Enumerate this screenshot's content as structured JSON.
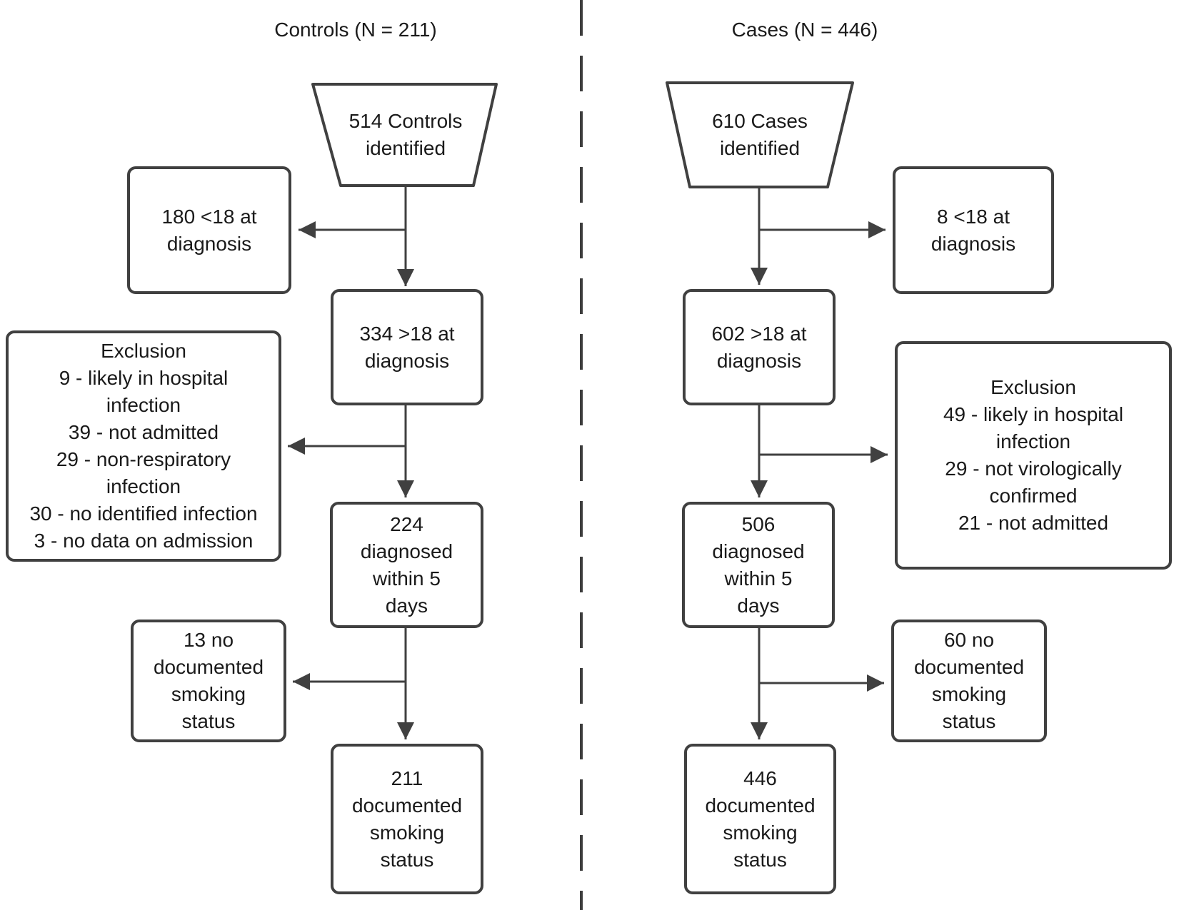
{
  "diagram": {
    "type": "flowchart",
    "left_title": "Controls (N = 211)",
    "right_title": "Cases (N = 446)"
  },
  "colors": {
    "stroke": "#404040",
    "text": "#1a1a1a",
    "background": "#ffffff"
  },
  "nodes": {
    "controls_source": {
      "shape": "trapezoid",
      "text": "514 Controls\nidentified"
    },
    "controls_under18": {
      "shape": "rect",
      "text": "180 <18 at\ndiagnosis"
    },
    "controls_over18": {
      "shape": "rect",
      "text": "334 >18 at\ndiagnosis"
    },
    "controls_exclusion": {
      "shape": "rect",
      "text": "Exclusion\n9 - likely in hospital\ninfection\n39 - not admitted\n29 - non-respiratory\ninfection\n30 - no identified infection\n3 - no data on admission"
    },
    "controls_within5": {
      "shape": "rect",
      "text": "224\ndiagnosed\nwithin 5\ndays"
    },
    "controls_no_smoking": {
      "shape": "rect",
      "text": "13 no\ndocumented\nsmoking\nstatus"
    },
    "controls_documented": {
      "shape": "rect",
      "text": "211\ndocumented\nsmoking\nstatus"
    },
    "cases_source": {
      "shape": "trapezoid",
      "text": "610 Cases\nidentified"
    },
    "cases_under18": {
      "shape": "rect",
      "text": "8 <18 at\ndiagnosis"
    },
    "cases_over18": {
      "shape": "rect",
      "text": "602 >18 at\ndiagnosis"
    },
    "cases_exclusion": {
      "shape": "rect",
      "text": "Exclusion\n49 - likely in hospital\ninfection\n29 - not virologically\nconfirmed\n21 - not admitted"
    },
    "cases_within5": {
      "shape": "rect",
      "text": "506\ndiagnosed\nwithin 5\ndays"
    },
    "cases_no_smoking": {
      "shape": "rect",
      "text": "60 no\ndocumented\nsmoking\nstatus"
    },
    "cases_documented": {
      "shape": "rect",
      "text": "446\ndocumented\nsmoking\nstatus"
    }
  },
  "edges": [
    {
      "from": "controls_source",
      "to": "controls_over18"
    },
    {
      "from": "controls_source",
      "to": "controls_under18"
    },
    {
      "from": "controls_over18",
      "to": "controls_within5"
    },
    {
      "from": "controls_over18",
      "to": "controls_exclusion"
    },
    {
      "from": "controls_within5",
      "to": "controls_documented"
    },
    {
      "from": "controls_within5",
      "to": "controls_no_smoking"
    },
    {
      "from": "cases_source",
      "to": "cases_over18"
    },
    {
      "from": "cases_source",
      "to": "cases_under18"
    },
    {
      "from": "cases_over18",
      "to": "cases_within5"
    },
    {
      "from": "cases_over18",
      "to": "cases_exclusion"
    },
    {
      "from": "cases_within5",
      "to": "cases_documented"
    },
    {
      "from": "cases_within5",
      "to": "cases_no_smoking"
    }
  ]
}
